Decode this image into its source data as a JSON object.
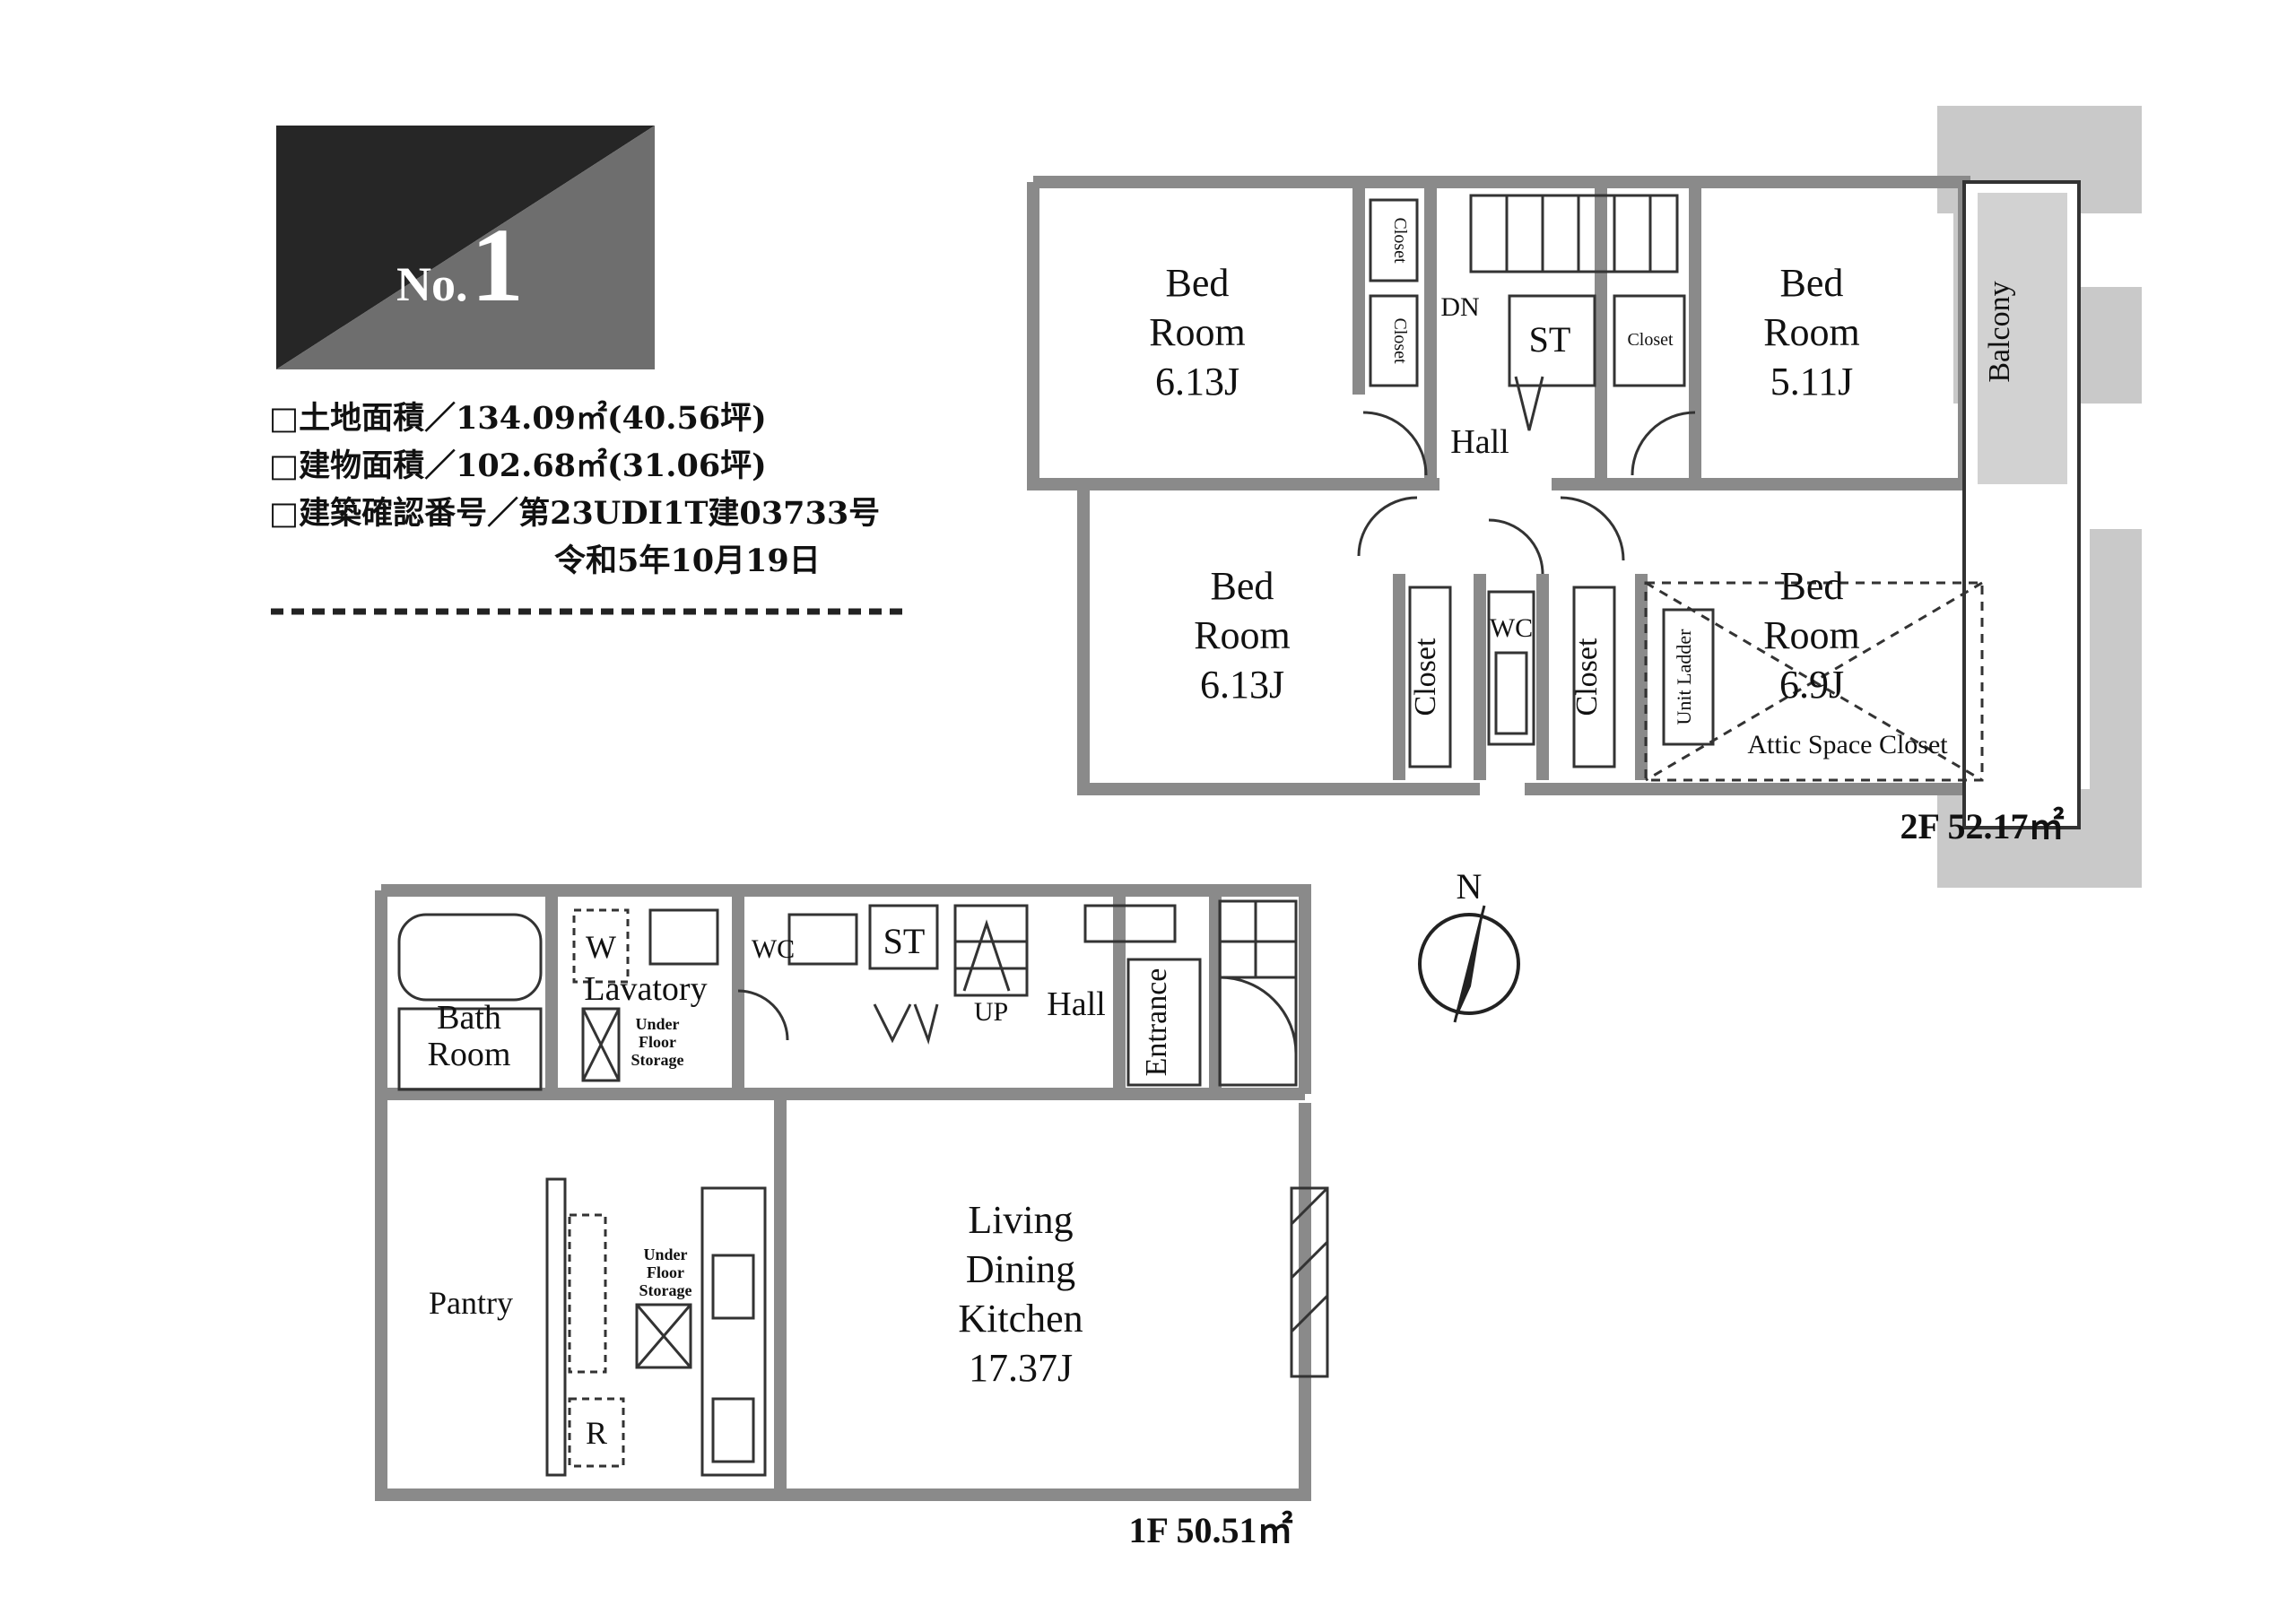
{
  "badge": {
    "prefix": "No.",
    "number": "1"
  },
  "info": {
    "land_area": "□土地面積／134.09㎡(40.56坪)",
    "building_area": "□建物面積／102.68㎡(31.06坪)",
    "confirmation_no": "□建築確認番号／第23UDI1T建03733号",
    "confirmation_date": "令和5年10月19日"
  },
  "floor2": {
    "area_label": "2F 52.17㎡",
    "bedroom_nw": {
      "line1": "Bed",
      "line2": "Room",
      "size": "6.13J"
    },
    "bedroom_ne": {
      "line1": "Bed",
      "line2": "Room",
      "size": "5.11J"
    },
    "bedroom_sw": {
      "line1": "Bed",
      "line2": "Room",
      "size": "6.13J"
    },
    "bedroom_se": {
      "line1": "Bed",
      "line2": "Room",
      "size": "6.9J"
    },
    "closet": "Closet",
    "closet_alt": "Closet",
    "dn": "DN",
    "st": "ST",
    "hall": "Hall",
    "wc": "WC",
    "unit_ladder": "Unit Ladder",
    "attic": "Attic Space Closet",
    "balcony": "Balcony"
  },
  "floor1": {
    "area_label": "1F 50.51㎡",
    "bath": {
      "line1": "Bath",
      "line2": "Room"
    },
    "w": "W",
    "lavatory": "Lavatory",
    "under_floor_1": [
      "Under",
      "Floor",
      "Storage"
    ],
    "wc": "WC",
    "st": "ST",
    "up": "UP",
    "hall": "Hall",
    "entrance": "Entrance",
    "ldk": {
      "line1": "Living",
      "line2": "Dining",
      "line3": "Kitchen",
      "size": "17.37J"
    },
    "pantry": "Pantry",
    "under_floor_2": [
      "Under",
      "Floor",
      "Storage"
    ],
    "r": "R"
  },
  "compass": {
    "label": "N"
  },
  "colors": {
    "badge_dark": "#262626",
    "badge_mid": "#6e6e6e",
    "wall": "#8a8a8a",
    "watermark": "#c9c9c9"
  }
}
